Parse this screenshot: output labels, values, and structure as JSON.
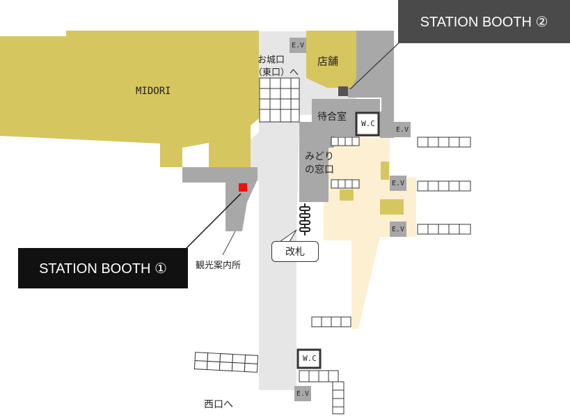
{
  "areas": {
    "midori": "MIDORI",
    "shop": "店舗",
    "waiting_room": "待合室",
    "ticket_office": [
      "みどり",
      "の窓口"
    ],
    "castle_exit": [
      "お城口",
      "（東口）へ"
    ],
    "tourist_info": "観光案内所",
    "west_exit": "西口へ",
    "ticket_gate": "改札"
  },
  "callouts": {
    "booth1": "STATION BOOTH ①",
    "booth2": "STATION BOOTH ②"
  },
  "facilities": {
    "ev": "E.V",
    "wc": "W.C"
  },
  "colors": {
    "commercial": "#d6c660",
    "office": "#a8a8a8",
    "concourse": "#e6e6e6",
    "platform": "#fdf0d2",
    "booth1_marker": "#ee1111",
    "booth2_marker": "#555555"
  }
}
